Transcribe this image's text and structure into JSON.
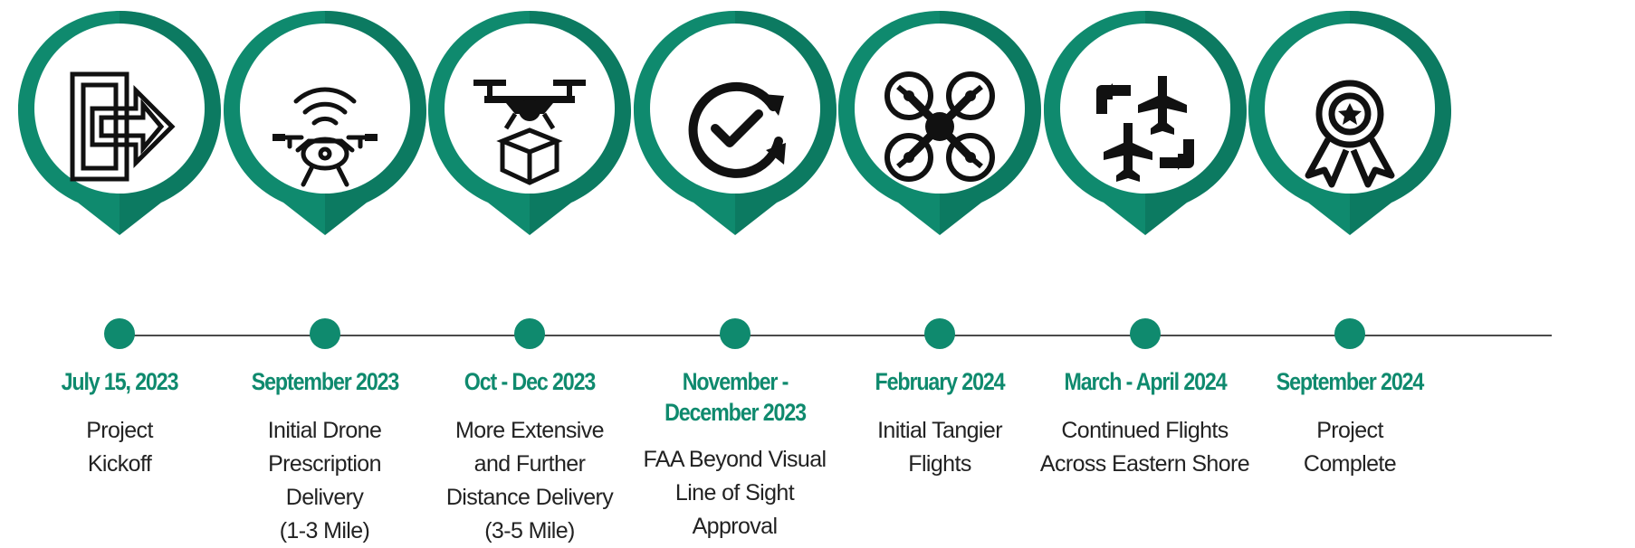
{
  "colors": {
    "accent": "#0f8a6e",
    "accent_dark": "#0b6e57",
    "line": "#4a4a4a",
    "text": "#222222"
  },
  "milestones": [
    {
      "date": [
        "July 15, 2023"
      ],
      "description": [
        "Project",
        "Kickoff"
      ],
      "icon": "exit-arrow-icon"
    },
    {
      "date": [
        "September 2023"
      ],
      "description": [
        "Initial Drone",
        "Prescription",
        "Delivery",
        "(1-3 Mile)"
      ],
      "icon": "drone-signal-icon"
    },
    {
      "date": [
        "Oct - Dec 2023"
      ],
      "description": [
        "More Extensive",
        "and Further",
        "Distance Delivery",
        "(3-5 Mile)"
      ],
      "icon": "drone-package-icon"
    },
    {
      "date": [
        "November -",
        "December 2023"
      ],
      "description": [
        "FAA Beyond Visual",
        "Line of Sight",
        "Approval"
      ],
      "icon": "approval-check-icon"
    },
    {
      "date": [
        "February 2024"
      ],
      "description": [
        "Initial Tangier",
        "Flights"
      ],
      "icon": "quadcopter-icon"
    },
    {
      "date": [
        "March - April 2024"
      ],
      "description": [
        "Continued Flights",
        "Across Eastern Shore"
      ],
      "icon": "flight-routes-icon"
    },
    {
      "date": [
        "September 2024"
      ],
      "description": [
        "Project",
        "Complete"
      ],
      "icon": "award-ribbon-icon"
    }
  ]
}
